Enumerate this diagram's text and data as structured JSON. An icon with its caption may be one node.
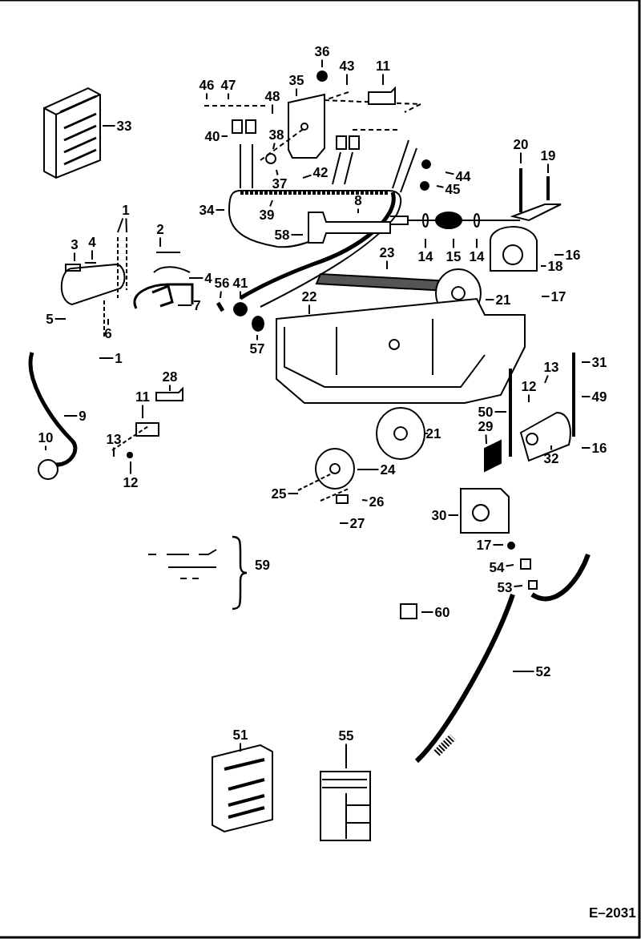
{
  "diagram": {
    "nodes": [
      {
        "text": [
          "36"
        ]
      },
      {
        "text": [
          "43"
        ]
      },
      {
        "text": [
          "11"
        ]
      },
      {
        "text": [
          "35"
        ]
      },
      {
        "text": [
          "46"
        ]
      },
      {
        "text": [
          "47"
        ]
      },
      {
        "text": [
          "48"
        ]
      },
      {
        "text": [
          "33"
        ]
      },
      {
        "text": [
          "40"
        ]
      },
      {
        "text": [
          "38"
        ]
      },
      {
        "text": [
          "20"
        ]
      },
      {
        "text": [
          "19"
        ]
      },
      {
        "text": [
          "37"
        ]
      },
      {
        "text": [
          "42"
        ]
      },
      {
        "text": [
          "44"
        ]
      },
      {
        "text": [
          "45"
        ]
      },
      {
        "text": [
          "34"
        ]
      },
      {
        "text": [
          "39"
        ]
      },
      {
        "text": [
          "8"
        ]
      },
      {
        "text": [
          "1"
        ]
      },
      {
        "text": [
          "2"
        ]
      },
      {
        "text": [
          "58"
        ]
      },
      {
        "text": [
          "23"
        ]
      },
      {
        "text": [
          "3"
        ]
      },
      {
        "text": [
          "4"
        ]
      },
      {
        "text": [
          "14"
        ]
      },
      {
        "text": [
          "15"
        ]
      },
      {
        "text": [
          "14"
        ]
      },
      {
        "text": [
          "16"
        ]
      },
      {
        "text": [
          "18"
        ]
      },
      {
        "text": [
          "4"
        ]
      },
      {
        "text": [
          "56"
        ]
      },
      {
        "text": [
          "41"
        ]
      },
      {
        "text": [
          "21"
        ]
      },
      {
        "text": [
          "17"
        ]
      },
      {
        "text": [
          "22"
        ]
      },
      {
        "text": [
          "7"
        ]
      },
      {
        "text": [
          "5"
        ]
      },
      {
        "text": [
          "6"
        ]
      },
      {
        "text": [
          "57"
        ]
      },
      {
        "text": [
          "1"
        ]
      },
      {
        "text": [
          "9"
        ]
      },
      {
        "text": [
          "28"
        ]
      },
      {
        "text": [
          "11"
        ]
      },
      {
        "text": [
          "13"
        ]
      },
      {
        "text": [
          "31"
        ]
      },
      {
        "text": [
          "12"
        ]
      },
      {
        "text": [
          "49"
        ]
      },
      {
        "text": [
          "50"
        ]
      },
      {
        "text": [
          "21"
        ]
      },
      {
        "text": [
          "13"
        ]
      },
      {
        "text": [
          "10"
        ]
      },
      {
        "text": [
          "29"
        ]
      },
      {
        "text": [
          "16"
        ]
      },
      {
        "text": [
          "32"
        ]
      },
      {
        "text": [
          "24"
        ]
      },
      {
        "text": [
          "12"
        ]
      },
      {
        "text": [
          "25"
        ]
      },
      {
        "text": [
          "26"
        ]
      },
      {
        "text": [
          "30"
        ]
      },
      {
        "text": [
          "27"
        ]
      },
      {
        "text": [
          "17"
        ]
      },
      {
        "text": [
          "54"
        ]
      },
      {
        "text": [
          "53"
        ]
      },
      {
        "text": [
          "60"
        ]
      },
      {
        "text": [
          "52"
        ]
      },
      {
        "text": [
          "51"
        ]
      },
      {
        "text": [
          "55"
        ]
      }
    ],
    "edges": [
      {
        "from": 0,
        "to": null,
        "arrow": "none"
      },
      {
        "from": 1,
        "to": null,
        "arrow": "none"
      },
      {
        "from": 2,
        "to": null,
        "arrow": "none"
      },
      {
        "from": 3,
        "to": null,
        "arrow": "none"
      },
      {
        "from": 4,
        "to": null,
        "arrow": "none"
      },
      {
        "from": 5,
        "to": null,
        "arrow": "none"
      },
      {
        "from": 6,
        "to": null,
        "arrow": "none"
      },
      {
        "from": 7,
        "to": null,
        "arrow": "none"
      },
      {
        "from": 8,
        "to": null,
        "arrow": "none"
      },
      {
        "from": 9,
        "to": null,
        "arrow": "none"
      },
      {
        "from": 10,
        "to": null,
        "arrow": "none"
      },
      {
        "from": 11,
        "to": null,
        "arrow": "none"
      },
      {
        "from": 12,
        "to": null,
        "arrow": "none"
      },
      {
        "from": 13,
        "to": null,
        "arrow": "none"
      },
      {
        "from": 14,
        "to": null,
        "arrow": "none"
      },
      {
        "from": 15,
        "to": null,
        "arrow": "none"
      },
      {
        "from": 16,
        "to": null,
        "arrow": "none"
      },
      {
        "from": 17,
        "to": null,
        "arrow": "none"
      },
      {
        "from": 18,
        "to": null,
        "arrow": "none"
      },
      {
        "from": 19,
        "to": null,
        "arrow": "none"
      },
      {
        "from": 19,
        "to": null,
        "arrow": "none"
      },
      {
        "from": 20,
        "to": null,
        "arrow": "none"
      },
      {
        "from": 21,
        "to": null,
        "arrow": "none"
      },
      {
        "from": 22,
        "to": null,
        "arrow": "none"
      },
      {
        "from": 23,
        "to": null,
        "arrow": "none"
      },
      {
        "from": 24,
        "to": null,
        "arrow": "none"
      },
      {
        "from": 25,
        "to": null,
        "arrow": "none"
      },
      {
        "from": 26,
        "to": null,
        "arrow": "none"
      },
      {
        "from": 27,
        "to": null,
        "arrow": "none"
      },
      {
        "from": 28,
        "to": null,
        "arrow": "none"
      },
      {
        "from": 29,
        "to": null,
        "arrow": "none"
      },
      {
        "from": 30,
        "to": null,
        "arrow": "none"
      },
      {
        "from": 31,
        "to": null,
        "arrow": "none"
      },
      {
        "from": 32,
        "to": null,
        "arrow": "none"
      },
      {
        "from": 33,
        "to": null,
        "arrow": "none"
      },
      {
        "from": 34,
        "to": null,
        "arrow": "none"
      },
      {
        "from": 35,
        "to": null,
        "arrow": "none"
      },
      {
        "from": 36,
        "to": null,
        "arrow": "none"
      },
      {
        "from": 37,
        "to": null,
        "arrow": "none"
      },
      {
        "from": 38,
        "to": null,
        "arrow": "none"
      },
      {
        "from": 39,
        "to": null,
        "arrow": "none"
      },
      {
        "from": 40,
        "to": null,
        "arrow": "none"
      },
      {
        "from": 41,
        "to": null,
        "arrow": "none"
      },
      {
        "from": 42,
        "to": null,
        "arrow": "none"
      },
      {
        "from": 43,
        "to": null,
        "arrow": "none"
      },
      {
        "from": 44,
        "to": null,
        "arrow": "none"
      },
      {
        "from": 45,
        "to": null,
        "arrow": "none"
      },
      {
        "from": 46,
        "to": null,
        "arrow": "none"
      },
      {
        "from": 47,
        "to": null,
        "arrow": "none"
      },
      {
        "from": 48,
        "to": null,
        "arrow": "none"
      },
      {
        "from": 49,
        "to": null,
        "arrow": "none"
      },
      {
        "from": 50,
        "to": null,
        "arrow": "none"
      },
      {
        "from": 51,
        "to": null,
        "arrow": "none"
      },
      {
        "from": 52,
        "to": null,
        "arrow": "none"
      },
      {
        "from": 53,
        "to": null,
        "arrow": "none"
      },
      {
        "from": 54,
        "to": null,
        "arrow": "none"
      },
      {
        "from": 55,
        "to": null,
        "arrow": "none"
      },
      {
        "from": 56,
        "to": null,
        "arrow": "none"
      },
      {
        "from": 57,
        "to": null,
        "arrow": "none"
      },
      {
        "from": 58,
        "to": null,
        "arrow": "none"
      },
      {
        "from": 59,
        "to": null,
        "arrow": "none"
      },
      {
        "from": 60,
        "to": null,
        "arrow": "none"
      },
      {
        "from": 61,
        "to": null,
        "arrow": "none"
      },
      {
        "from": 62,
        "to": null,
        "arrow": "none"
      },
      {
        "from": 63,
        "to": null,
        "arrow": "none"
      },
      {
        "from": 64,
        "to": null,
        "arrow": "none"
      },
      {
        "from": 65,
        "to": null,
        "arrow": "none"
      },
      {
        "from": 66,
        "to": null,
        "arrow": "none"
      },
      {
        "from": 67,
        "to": null,
        "arrow": "none"
      }
    ],
    "labels": [
      "59",
      "E–2031"
    ]
  }
}
